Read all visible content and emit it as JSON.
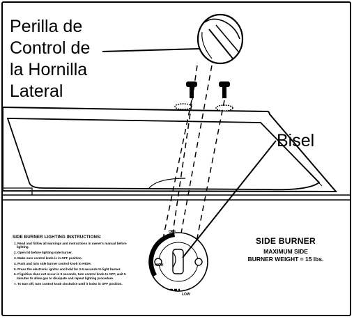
{
  "callouts": {
    "knob_lines": [
      "Perilla de",
      "Control de",
      "la Hornilla",
      "Lateral"
    ],
    "bezel": "Bisel"
  },
  "instructions": {
    "title": "SIDE BURNER LIGHTING INSTRUCTIONS:",
    "steps": [
      "1. Read and follow all warnings and instructions in owner's manual before lighting.",
      "2. Open lid before lighting side burner.",
      "3. Make sure control knob is in OFF position.",
      "4. Push and turn side burner control knob to HIGH.",
      "5. Press the electronic ignitor and hold for 3-5 seconds to light burner.",
      "6. If ignition does not occur in 5 seconds, turn control knob to OFF, wait 5 minutes to allow gas to dissipate and repeat lighting procedure.",
      "7. To turn off, turn control knob clockwise until it locks in OFF position."
    ]
  },
  "panel": {
    "title": "SIDE BURNER",
    "max_line1": "MAXIMUM SIDE",
    "max_line2": "BURNER WEIGHT = 15 lbs."
  },
  "knob_marks": {
    "off": "OFF",
    "high": "HIGH",
    "low": "LOW"
  }
}
